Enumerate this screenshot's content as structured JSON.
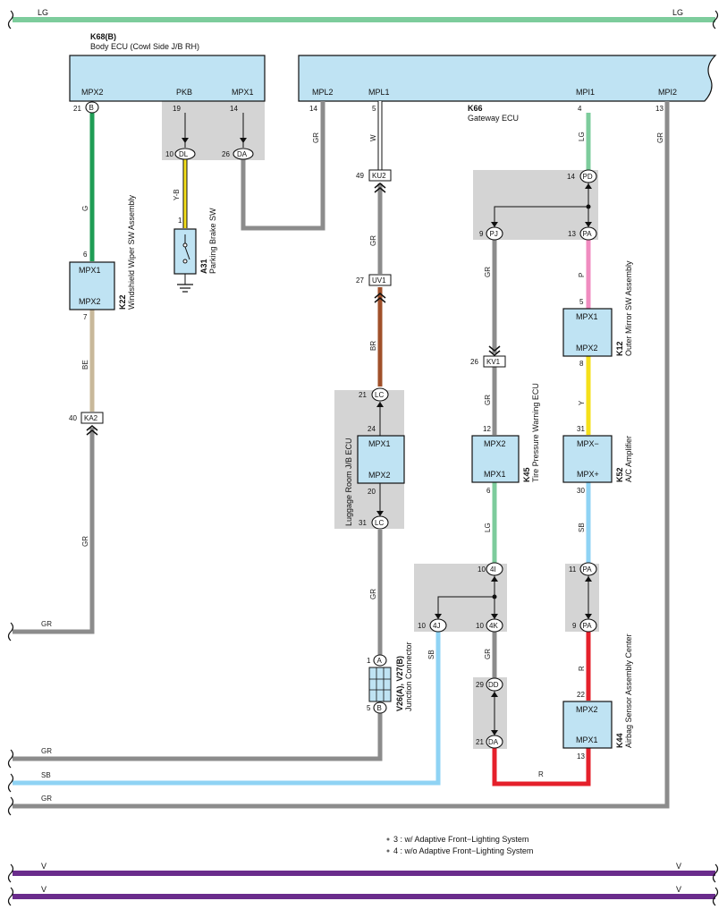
{
  "colors": {
    "LG": "#7dcc9c",
    "G": "#1f9d55",
    "GR": "#8c8c8c",
    "BE": "#c8b89a",
    "BR": "#a0502a",
    "P": "#f08cc0",
    "Y": "#f5e01a",
    "SB": "#8fd3f4",
    "R": "#e5202b",
    "V": "#6a2c8c",
    "W": "#ffffff",
    "YB": "#f5e01a"
  },
  "bus": {
    "lg_left": "LG",
    "lg_right": "LG",
    "v1_left": "V",
    "v1_right": "V",
    "v2_left": "V",
    "v2_right": "V"
  },
  "body_ecu": {
    "code": "K68(B)",
    "name": "Body ECU (Cowl Side J/B RH)",
    "terms": [
      "MPX2",
      "PKB",
      "MPX1"
    ],
    "pins": [
      "21",
      "19",
      "14"
    ],
    "pin_conn": "B"
  },
  "gateway_ecu": {
    "code": "K66",
    "name": "Gateway ECU",
    "terms": [
      "MPL2",
      "MPL1",
      "MPI1",
      "MPI2"
    ],
    "pins": [
      "14",
      "5",
      "4",
      "13"
    ]
  },
  "wires": {
    "g": "G",
    "yb": "Y-B",
    "gr_mpl2": "GR",
    "w": "W",
    "lg_mpi1": "LG",
    "gr_mpi2": "GR",
    "be": "BE",
    "gr_left": "GR",
    "gr_ku2": "GR",
    "br": "BR",
    "gr_lc": "GR",
    "gr_pj": "GR",
    "gr_kv1": "GR",
    "p": "P",
    "y": "Y",
    "lg_k45": "LG",
    "sb_k52": "SB",
    "sb_4j": "SB",
    "gr_4k": "GR",
    "r_pa": "R",
    "r_bottom": "R"
  },
  "connectors": {
    "dl": "DL",
    "dl_pin": "10",
    "da": "DA",
    "da_pin": "26",
    "ku2": "KU2",
    "ku2_pin": "49",
    "uv1": "UV1",
    "uv1_pin": "27",
    "lc_top": "LC",
    "lc_top_pin": "21",
    "lc_bot": "LC",
    "lc_bot_pin": "31",
    "pd": "PD",
    "pd_pin": "14",
    "pj": "PJ",
    "pj_pin": "9",
    "pa_top": "PA",
    "pa_top_pin": "13",
    "kv1": "KV1",
    "kv1_pin": "26",
    "ka2": "KA2",
    "ka2_pin": "40",
    "4i": "4I",
    "4i_pin": "10",
    "4j": "4J",
    "4j_pin": "10",
    "4k": "4K",
    "4k_pin": "10",
    "pa_mid": "PA",
    "pa_mid_pin": "11",
    "pa_low": "PA",
    "pa_low_pin": "9",
    "dd": "DD",
    "dd_pin": "29",
    "da2": "DA",
    "da2_pin": "21",
    "jc_a": "A",
    "jc_a_pin": "1",
    "jc_b": "B",
    "jc_b_pin": "5"
  },
  "parking_brake": {
    "code": "A31",
    "name": "Parking Brake SW",
    "pin": "1"
  },
  "k22": {
    "code": "K22",
    "name": "Windshield Wiper SW Assembly",
    "t1": "MPX1",
    "t2": "MPX2",
    "p1": "6",
    "p2": "7"
  },
  "luggage_ecu": {
    "name": "Luggage Room J/B ECU",
    "t1": "MPX1",
    "t2": "MPX2",
    "p1": "24",
    "p2": "20"
  },
  "k45": {
    "code": "K45",
    "name": "Tire Pressure Warning ECU",
    "t1": "MPX2",
    "t2": "MPX1",
    "p1": "12",
    "p2": "6"
  },
  "k12": {
    "code": "K12",
    "name": "Outer Mirror SW Assembly",
    "t1": "MPX1",
    "t2": "MPX2",
    "p1": "5",
    "p2": "8"
  },
  "k52": {
    "code": "K52",
    "name": "A/C Amplifier",
    "t1": "MPX−",
    "t2": "MPX+",
    "p1": "31",
    "p2": "30"
  },
  "k44": {
    "code": "K44",
    "name": "Airbag Sensor Assembly Center",
    "t1": "MPX2",
    "t2": "MPX1",
    "p1": "22",
    "p2": "13"
  },
  "junction": {
    "code": "V26(A), V27(B)",
    "name": "Junction Connector"
  },
  "left_labels": {
    "gr1": "GR",
    "gr2": "GR",
    "sb": "SB",
    "gr3": "GR"
  },
  "notes": [
    "3 : w/ Adaptive Front−Lighting System",
    "4 : w/o Adaptive Front−Lighting System"
  ]
}
